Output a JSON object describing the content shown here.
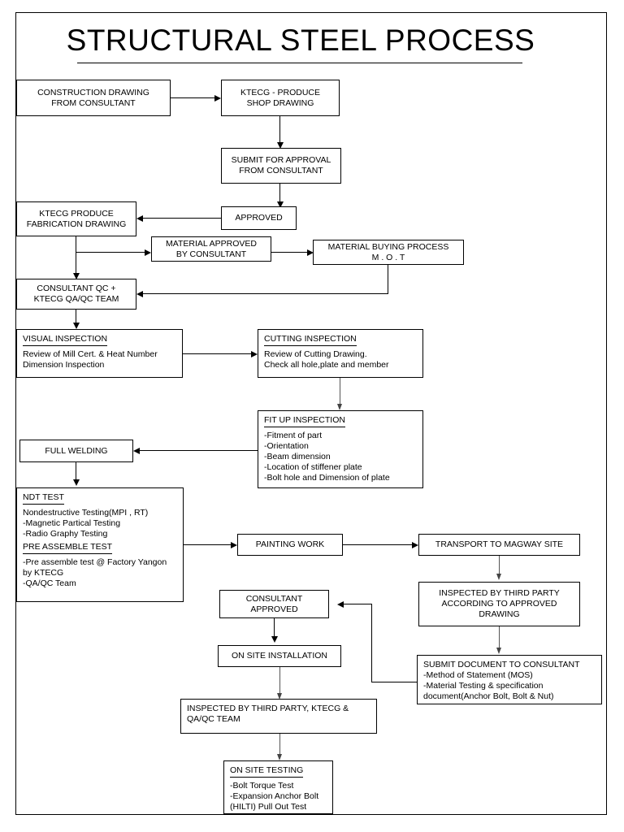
{
  "document": {
    "title": "STRUCTURAL STEEL PROCESS",
    "type": "flowchart"
  },
  "nodes": {
    "construction_drawing": {
      "line1": "CONSTRUCTION DRAWING",
      "line2": "FROM CONSULTANT"
    },
    "ktecg_shop_drawing": {
      "line1": "KTECG - PRODUCE",
      "line2": "SHOP DRAWING"
    },
    "submit_approval": {
      "line1": "SUBMIT FOR APPROVAL",
      "line2": "FROM CONSULTANT"
    },
    "approved": {
      "line1": "APPROVED"
    },
    "ktecg_fabrication_drawing": {
      "line1": "KTECG PRODUCE",
      "line2": "FABRICATION DRAWING"
    },
    "material_approved": {
      "line1": "MATERIAL APPROVED",
      "line2": "BY CONSULTANT"
    },
    "material_buying": {
      "line1": "MATERIAL BUYING PROCESS",
      "line2": "M . O . T"
    },
    "consultant_qc": {
      "line1": "CONSULTANT QC +",
      "line2": "KTECG QA/QC TEAM"
    },
    "visual_inspection": {
      "heading": "VISUAL INSPECTION",
      "lines": [
        "Review of Mill Cert. & Heat Number",
        "Dimension Inspection"
      ]
    },
    "cutting_inspection": {
      "heading": "CUTTING INSPECTION",
      "lines": [
        "Review of Cutting Drawing.",
        "Check all hole,plate and member"
      ]
    },
    "fit_up_inspection": {
      "heading": "FIT UP INSPECTION",
      "lines": [
        "-Fitment of part",
        "-Orientation",
        "-Beam dimension",
        "-Location of stiffener plate",
        "-Bolt hole and Dimension of plate"
      ]
    },
    "full_welding": {
      "line1": "FULL WELDING"
    },
    "ndt_test": {
      "heading": "NDT TEST",
      "lines": [
        "Nondestructive Testing(MPI , RT)",
        "-Magnetic Partical Testing",
        "-Radio Graphy Testing"
      ],
      "heading2": "PRE ASSEMBLE TEST",
      "lines2": [
        "-Pre assemble test @ Factory Yangon",
        " by KTECG",
        "-QA/QC Team"
      ]
    },
    "painting_work": {
      "line1": "PAINTING WORK"
    },
    "transport_magway": {
      "line1": "TRANSPORT TO MAGWAY SITE"
    },
    "inspected_third_party": {
      "line1": "INSPECTED BY THIRD PARTY",
      "line2": "ACCORDING TO APPROVED",
      "line3": "DRAWING"
    },
    "submit_document": {
      "heading": "SUBMIT  DOCUMENT TO CONSULTANT",
      "lines": [
        "-Method of Statement (MOS)",
        "-Material Testing & specification",
        " document(Anchor Bolt, Bolt & Nut)"
      ]
    },
    "consultant_approved": {
      "line1": "CONSULTANT",
      "line2": "APPROVED"
    },
    "on_site_installation": {
      "line1": "ON SITE INSTALLATION"
    },
    "inspected_third_party_site": {
      "line1": "INSPECTED BY THIRD PARTY, KTECG &",
      "line2": "QA/QC TEAM"
    },
    "on_site_testing": {
      "heading": "ON SITE TESTING",
      "lines": [
        "-Bolt Torque Test",
        "-Expansion Anchor Bolt",
        "(HILTI) Pull Out Test"
      ]
    }
  },
  "colors": {
    "stroke": "#000000",
    "background": "#ffffff",
    "thin_stroke": "#555555"
  }
}
